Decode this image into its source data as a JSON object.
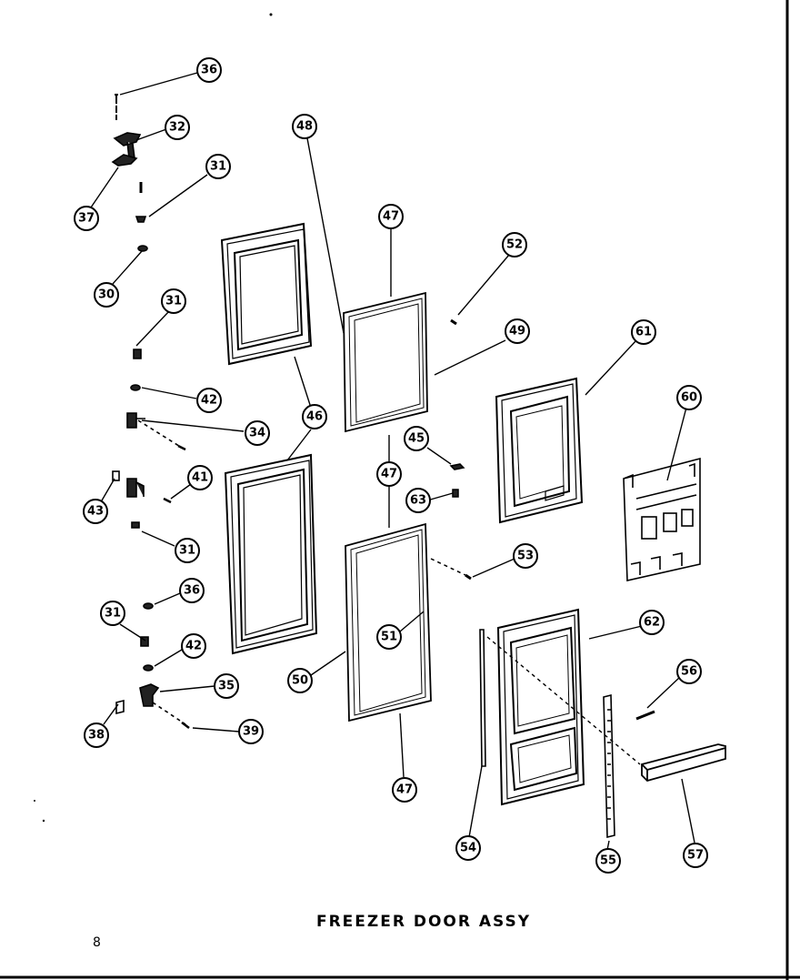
{
  "title": "FREEZER DOOR ASSY",
  "page_number": "8",
  "callouts": [
    "36",
    "32",
    "37",
    "31",
    "30",
    "31",
    "42",
    "34",
    "41",
    "43",
    "31",
    "36",
    "31",
    "42",
    "35",
    "38",
    "39",
    "48",
    "46",
    "46",
    "47",
    "49",
    "52",
    "47",
    "45",
    "63",
    "53",
    "51",
    "50",
    "47",
    "61",
    "60",
    "62",
    "56",
    "54",
    "55",
    "57"
  ],
  "ink_color": "#000000"
}
